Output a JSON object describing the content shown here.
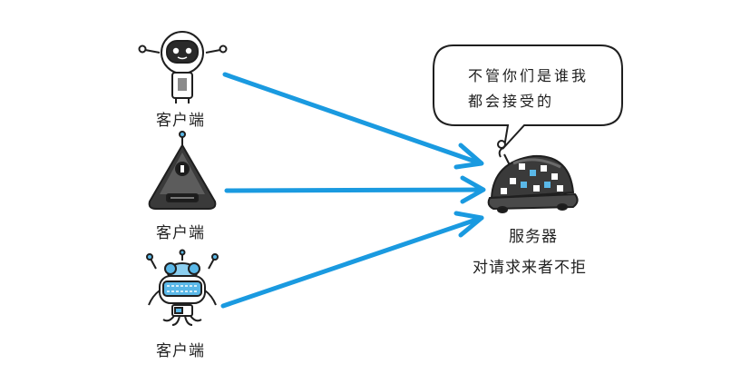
{
  "clients": [
    {
      "label": "客户端"
    },
    {
      "label": "客户端"
    },
    {
      "label": "客户端"
    }
  ],
  "server": {
    "label": "服务器",
    "caption": "对请求来者不拒"
  },
  "speech_bubble": {
    "line1": "不管你们是谁我",
    "line2": "都会接受的"
  },
  "colors": {
    "arrow": "#1a9ae0",
    "outline": "#1f1f1f",
    "robot_dark": "#3a3a3a",
    "robot_blue": "#5ab8e8",
    "bubble_fill": "#ffffff"
  },
  "icons": {
    "client_1": "round-head-robot-icon",
    "client_2": "triangle-robot-icon",
    "client_3": "octopus-robot-icon",
    "server": "dome-robot-server-icon"
  }
}
